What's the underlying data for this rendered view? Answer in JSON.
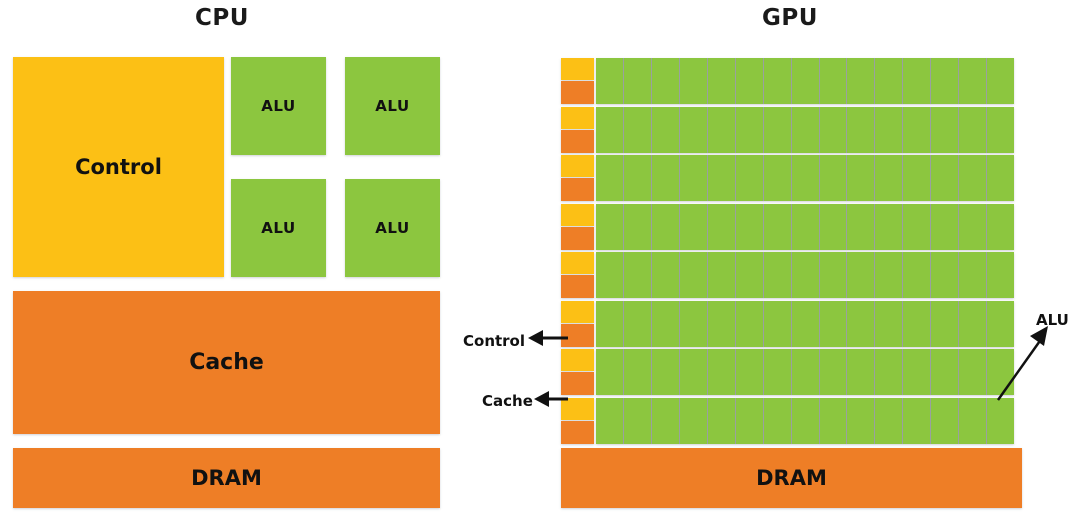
{
  "diagram": {
    "title_cpu": "CPU",
    "title_gpu": "GPU",
    "colors": {
      "control": "#FCC015",
      "alu": "#8CC63F",
      "memory": "#EE7E26",
      "background": "#FFFFFF",
      "text": "#111111"
    }
  },
  "cpu": {
    "title": "CPU",
    "control": {
      "label": "Control"
    },
    "alus": [
      {
        "label": "ALU"
      },
      {
        "label": "ALU"
      },
      {
        "label": "ALU"
      },
      {
        "label": "ALU"
      }
    ],
    "alu_count": 4,
    "cache": {
      "label": "Cache"
    },
    "dram": {
      "label": "DRAM"
    }
  },
  "gpu": {
    "title": "GPU",
    "rows": 8,
    "alus_per_row": 15,
    "alu_total": 120,
    "row_control_label": "Control",
    "row_cache_label": "Cache",
    "dram": {
      "label": "DRAM"
    },
    "callouts": [
      {
        "name": "control",
        "label": "Control",
        "arrow": "left-pointing"
      },
      {
        "name": "cache",
        "label": "Cache",
        "arrow": "left-pointing"
      },
      {
        "name": "alu",
        "label": "ALU",
        "arrow": "diagonal-up-right"
      }
    ]
  }
}
